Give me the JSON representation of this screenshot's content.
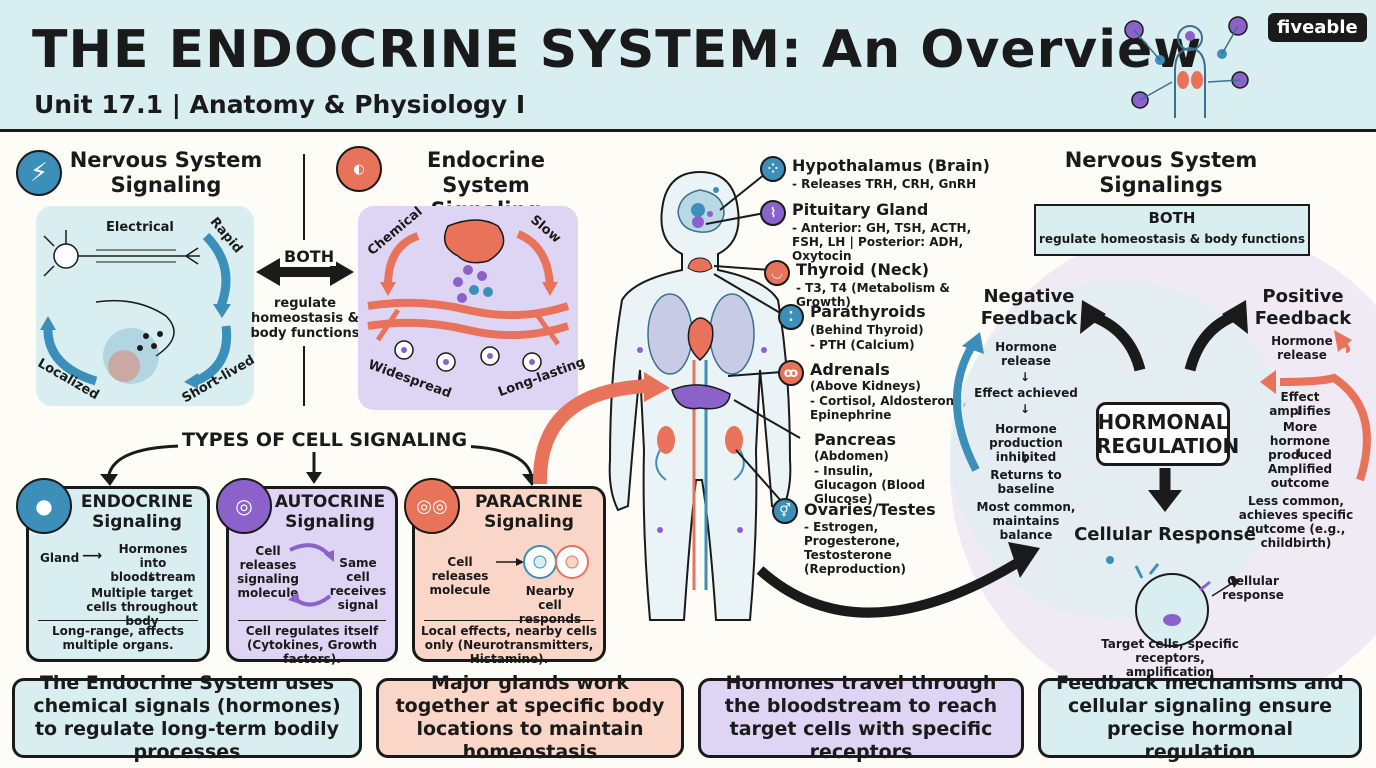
{
  "header": {
    "title": "THE ENDOCRINE SYSTEM: An Overview",
    "subtitle": "Unit 17.1 | Anatomy & Physiology I",
    "brand": "fiveable"
  },
  "comparison": {
    "nervous_title": "Nervous System Signaling",
    "endocrine_title": "Endocrine System Signaling",
    "both_label": "BOTH",
    "both_desc": "regulate homeostasis & body functions",
    "nervous_labels": {
      "electrical": "Electrical",
      "rapid": "Rapid",
      "localized": "Localized",
      "short_lived": "Short-lived"
    },
    "endocrine_labels": {
      "chemical": "Chemical",
      "slow": "Slow",
      "widespread": "Widespread",
      "long_lasting": "Long-lasting"
    }
  },
  "cell_signaling": {
    "heading": "TYPES OF CELL SIGNALING",
    "endocrine": {
      "title": "ENDOCRINE Signaling",
      "gland": "Gland",
      "hormones": "Hormones into bloodstream",
      "targets": "Multiple target cells throughout body",
      "footer": "Long-range, affects multiple organs."
    },
    "autocrine": {
      "title": "AUTOCRINE Signaling",
      "releases": "Cell releases signaling molecule",
      "receives": "Same cell receives signal",
      "footer": "Cell regulates itself (Cytokines, Growth factors)."
    },
    "paracrine": {
      "title": "PARACRINE Signaling",
      "releases": "Cell releases molecule",
      "responds": "Nearby cell responds",
      "footer": "Local effects, nearby cells only (Neurotransmitters, Histamine)."
    }
  },
  "glands": [
    {
      "name": "Hypothalamus (Brain)",
      "desc": "- Releases TRH, CRH, GnRH",
      "color": "#3b8fb9",
      "icon": "hypothalamus-icon"
    },
    {
      "name": "Pituitary Gland",
      "desc": "- Anterior: GH, TSH, ACTH, FSH, LH | Posterior: ADH, Oxytocin",
      "color": "#8b62c9",
      "icon": "pituitary-icon"
    },
    {
      "name": "Thyroid (Neck)",
      "desc": "- T3, T4 (Metabolism & Growth)",
      "color": "#e8735a",
      "icon": "thyroid-icon"
    },
    {
      "name": "Parathyroids",
      "sub": "(Behind Thyroid)",
      "desc": "- PTH (Calcium)",
      "color": "#3b8fb9",
      "icon": "parathyroid-icon"
    },
    {
      "name": "Adrenals",
      "sub": "(Above Kidneys)",
      "desc": "- Cortisol, Aldosterone, Epinephrine",
      "color": "#e8735a",
      "icon": "adrenal-icon"
    },
    {
      "name": "Pancreas",
      "sub": "(Abdomen)",
      "desc": "- Insulin, Glucagon (Blood Glucose)",
      "color": "#8b62c9",
      "icon": "pancreas-icon"
    },
    {
      "name": "Ovaries/Testes",
      "desc": "- Estrogen, Progesterone, Testosterone (Reproduction)",
      "color": "#3b8fb9",
      "icon": "gonads-icon"
    }
  ],
  "regulation": {
    "title": "Nervous System Signalings",
    "both_label": "BOTH",
    "both_desc": "regulate homeostasis & body functions",
    "center": "HORMONAL REGULATION",
    "negative": {
      "title": "Negative Feedback",
      "steps": [
        "Hormone release",
        "Effect achieved",
        "Hormone production inhibited",
        "Returns to baseline"
      ],
      "note": "Most common, maintains balance"
    },
    "positive": {
      "title": "Positive Feedback",
      "steps": [
        "Hormone release",
        "Effect amplifies",
        "More hormone produced",
        "Amplified outcome"
      ],
      "note": "Less common, achieves specific outcome (e.g., childbirth)"
    },
    "cellular": {
      "title": "Cellular Response",
      "response": "Cellular response",
      "note": "Target cells, specific receptors, amplification"
    }
  },
  "banners": [
    "The Endocrine System uses chemical signals (hormones) to regulate long-term bodily processes",
    "Major glands work together at specific body locations to maintain homeostasis",
    "Hormones travel through the bloodstream to reach target cells with specific receptors",
    "Feedback mechanisms and cellular signaling ensure precise hormonal regulation"
  ],
  "colors": {
    "teal_bg": "#d8eef1",
    "lavender_bg": "#ddd5f3",
    "peach_bg": "#f9d6c8",
    "blue": "#3b8fb9",
    "purple": "#8b62c9",
    "coral": "#e8735a",
    "dark": "#1a1a1a"
  }
}
